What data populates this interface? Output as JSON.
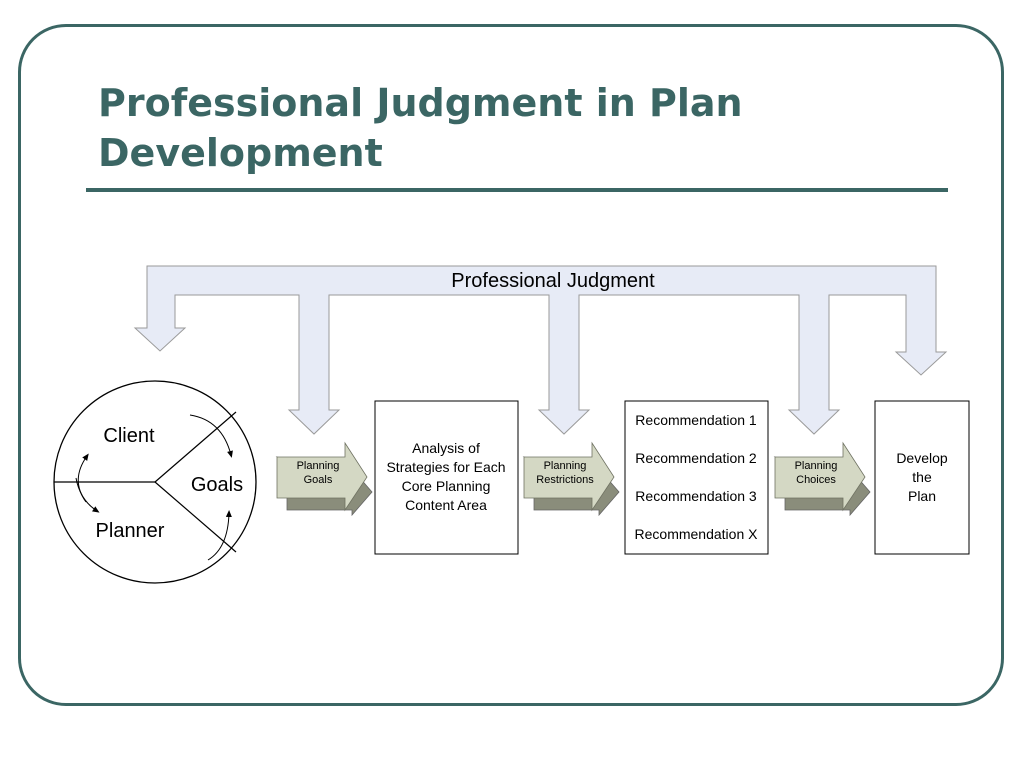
{
  "slide": {
    "title_line1": "Professional Judgment in Plan",
    "title_line2": "Development"
  },
  "banner": {
    "label": "Professional Judgment"
  },
  "circle": {
    "client": "Client",
    "goals": "Goals",
    "planner": "Planner"
  },
  "arrows": {
    "planning_goals": [
      "Planning",
      "Goals"
    ],
    "planning_restrictions": [
      "Planning",
      "Restrictions"
    ],
    "planning_choices": [
      "Planning",
      "Choices"
    ]
  },
  "boxes": {
    "analysis": [
      "Analysis of",
      "Strategies for Each",
      "Core Planning",
      "Content Area"
    ],
    "recommendations": [
      "Recommendation 1",
      "Recommendation 2",
      "Recommendation 3",
      "Recommendation X"
    ],
    "develop": [
      "Develop",
      "the",
      "Plan"
    ]
  },
  "colors": {
    "accent": "#3b6664",
    "banner_fill": "#e7ebf6",
    "arrow_fill": "#d4d8c4",
    "arrow_shadow": "#8a8d7b"
  }
}
